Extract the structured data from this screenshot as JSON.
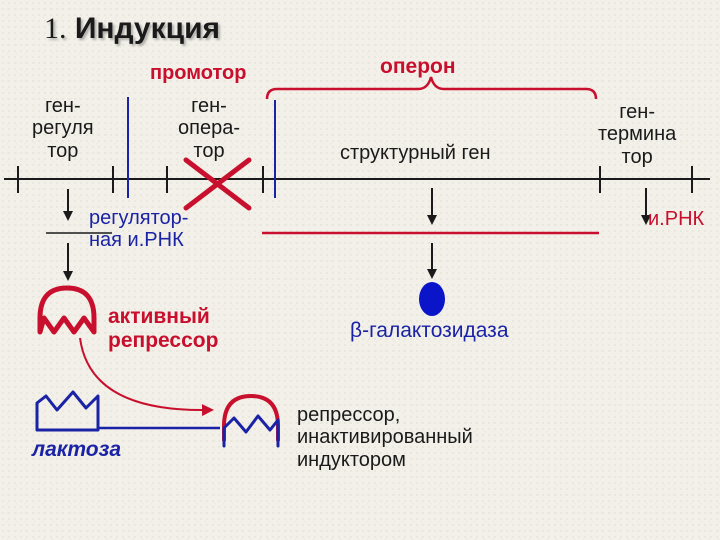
{
  "title": {
    "number": "1.",
    "text": "Индукция"
  },
  "labels": {
    "gene_regulator": [
      "ген-",
      "регуля",
      "тор"
    ],
    "promoter": "промотор",
    "gene_operator": [
      "ген-",
      "опера-",
      "тор"
    ],
    "operon": "оперон",
    "structural_gene": "структурный ген",
    "gene_terminator": [
      "ген-",
      "термина",
      "тор"
    ],
    "regulator_mrna": [
      "регулятор-",
      "ная и.РНК"
    ],
    "mrna": "и.РНК",
    "active_repressor": [
      "активный",
      "репрессор"
    ],
    "beta_galactosidase": "β-галактозидаза",
    "lactose": "лактоза",
    "inactivated_repressor": [
      "репрессор,",
      "инактивированный",
      "индуктором"
    ]
  },
  "colors": {
    "red": "#c8102e",
    "blue": "#1a23a6",
    "black": "#1a1a1a",
    "enzyme": "#0a14c8"
  }
}
